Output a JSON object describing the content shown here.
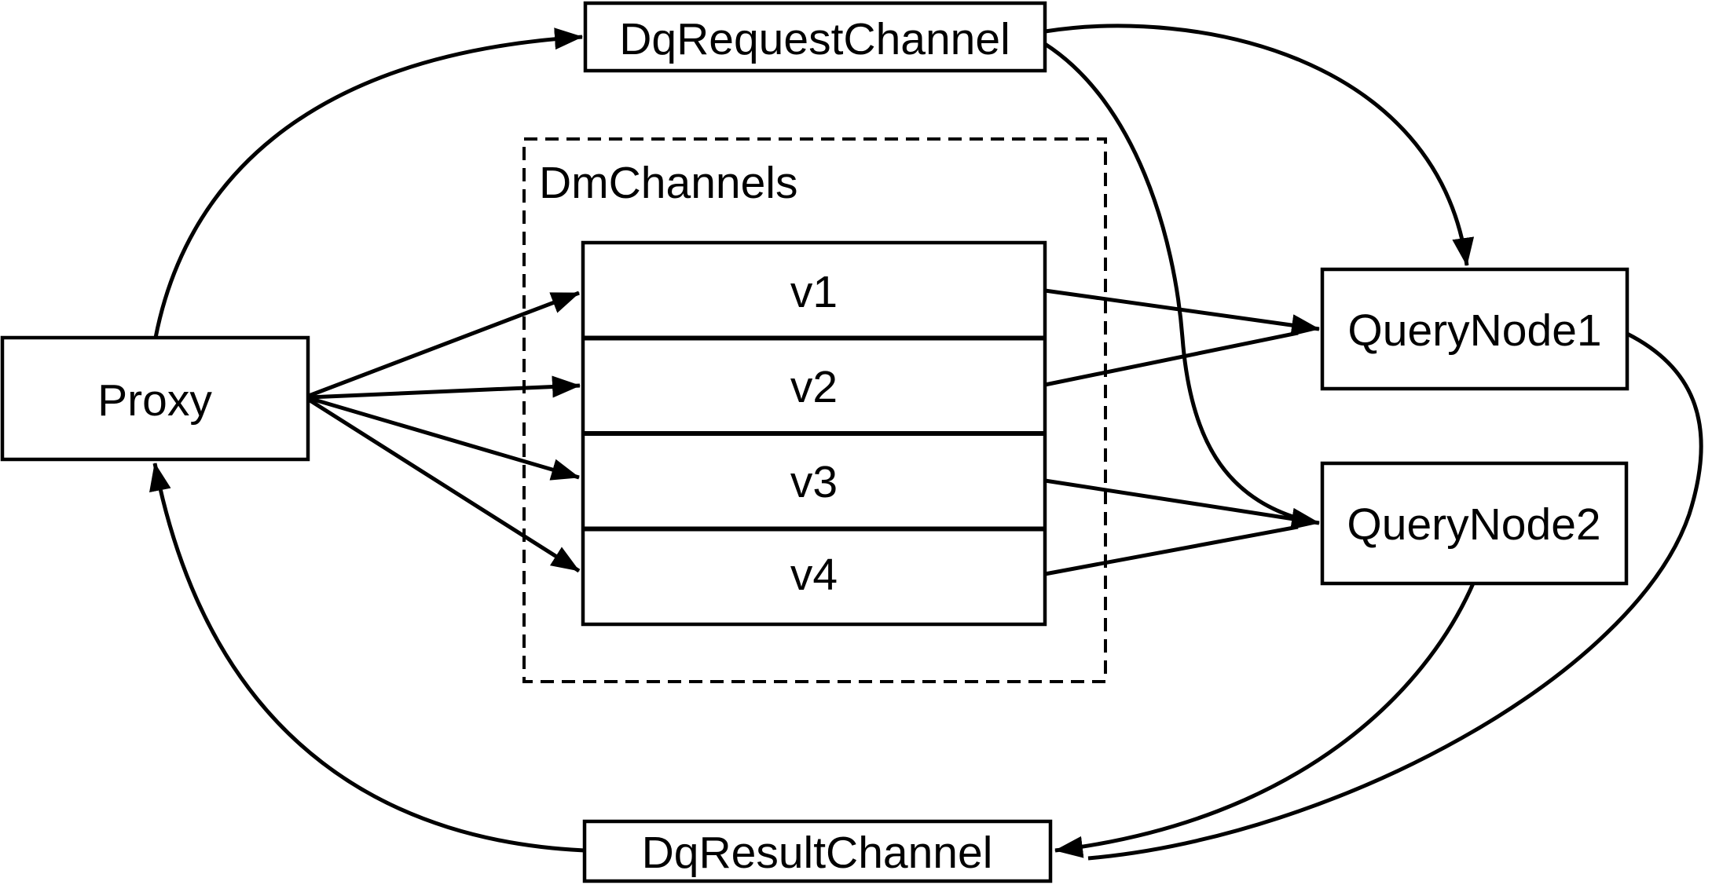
{
  "diagram": {
    "background_color": "#ffffff",
    "line_color": "#000000",
    "nodes": {
      "proxy": {
        "label": "Proxy"
      },
      "dq_request_channel": {
        "label": "DqRequestChannel"
      },
      "dm_channels_group": {
        "label": "DmChannels"
      },
      "channel_rows": [
        "v1",
        "v2",
        "v3",
        "v4"
      ],
      "query_node_1": {
        "label": "QueryNode1"
      },
      "query_node_2": {
        "label": "QueryNode2"
      },
      "dq_result_channel": {
        "label": "DqResultChannel"
      }
    }
  }
}
